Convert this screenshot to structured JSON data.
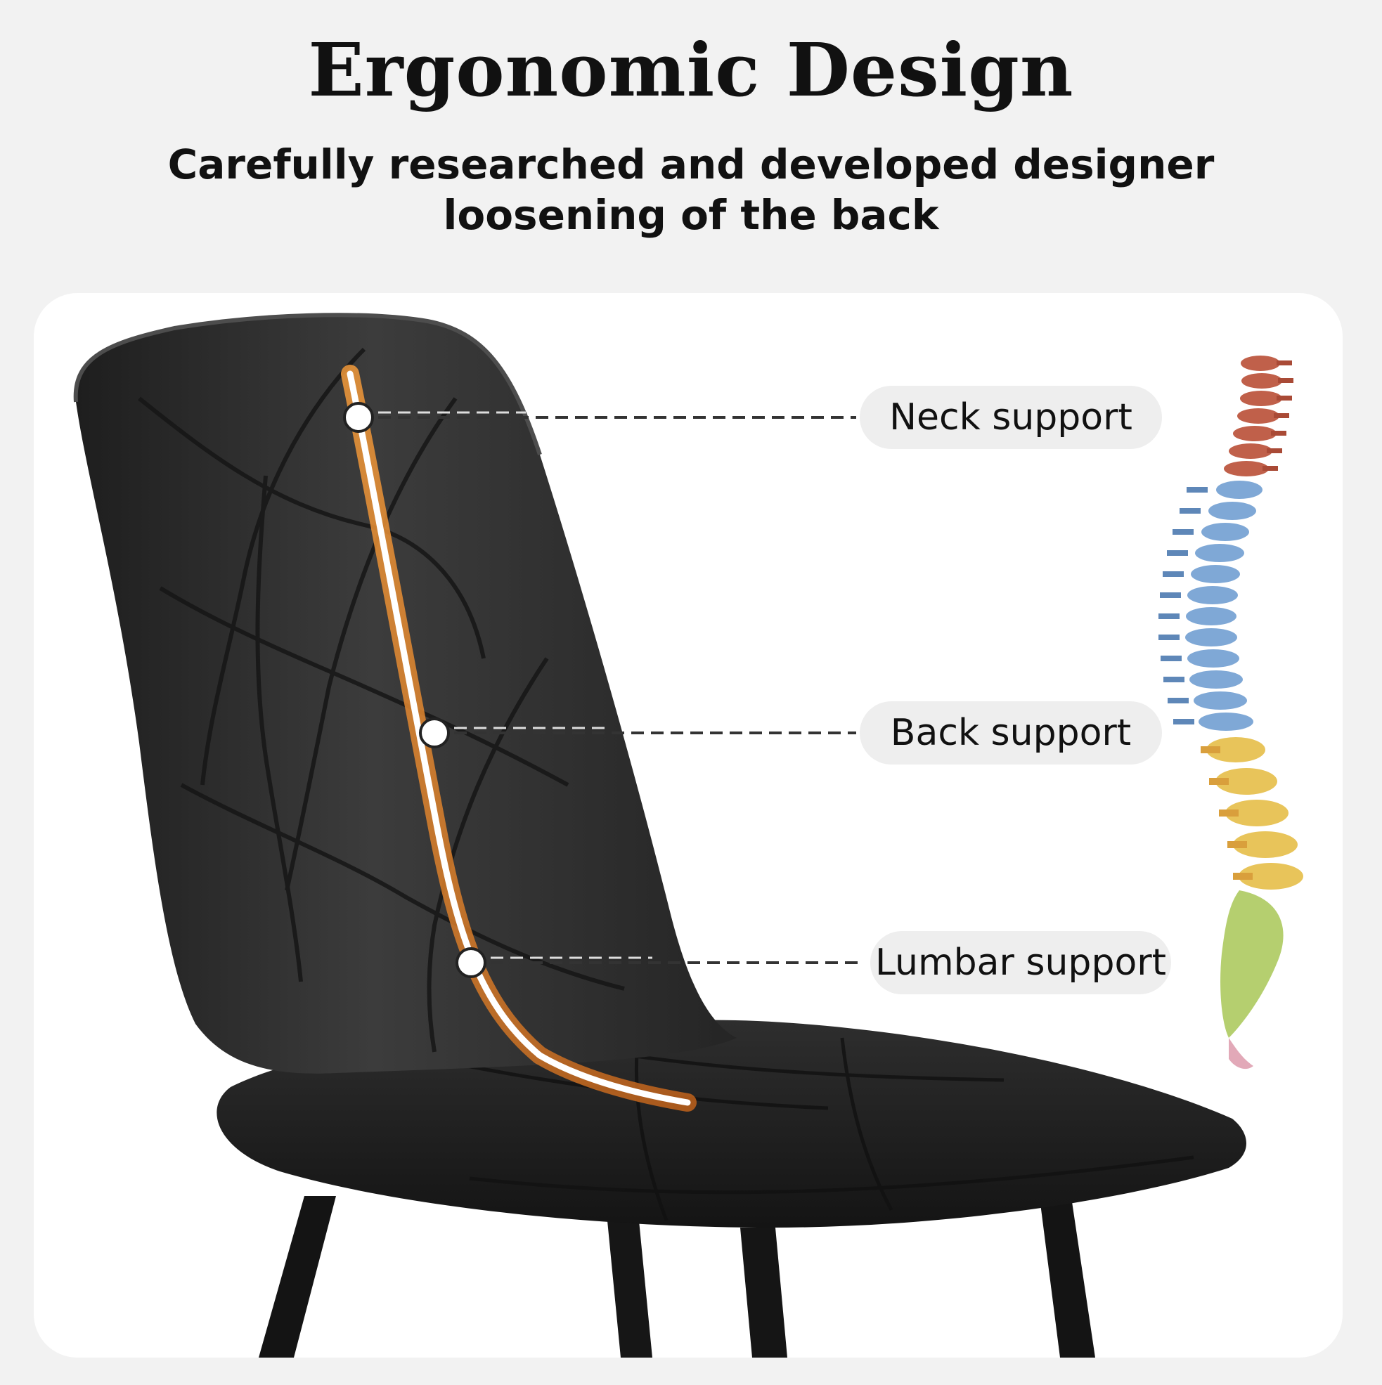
{
  "header": {
    "title": "Ergonomic Design",
    "subtitle_line1": "Carefully researched and developed designer",
    "subtitle_line2": "loosening of the back"
  },
  "callouts": [
    {
      "label": "Neck support"
    },
    {
      "label": "Back support"
    },
    {
      "label": "Lumbar support"
    }
  ],
  "colors": {
    "background": "#f2f2f2",
    "panel": "#ffffff",
    "chair": "#2a2a2a",
    "spine_highlight": "#e8862a",
    "label_pill": "#eeeeee"
  }
}
